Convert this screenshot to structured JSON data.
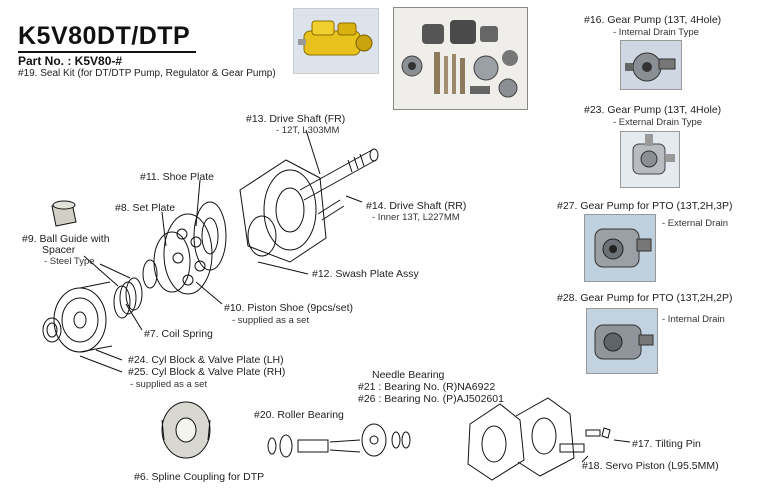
{
  "header": {
    "title": "K5V80DT/DTP",
    "part_no": "Part No. : K5V80-#",
    "seal_kit": "#19. Seal Kit (for DT/DTP Pump, Regulator & Gear Pump)"
  },
  "parts": {
    "p13": {
      "label": "#13. Drive Shaft (FR)",
      "sub": "- 12T, L303MM"
    },
    "p11": {
      "label": "#11. Shoe Plate"
    },
    "p14": {
      "label": "#14. Drive Shaft (RR)",
      "sub": "- Inner 13T, L227MM"
    },
    "p8": {
      "label": "#8. Set Plate"
    },
    "p9": {
      "label": "#9. Ball Guide with",
      "label2": "Spacer",
      "sub": "- Steel Type"
    },
    "p12": {
      "label": "#12. Swash Plate Assy"
    },
    "p10": {
      "label": "#10. Piston Shoe (9pcs/set)",
      "sub": "- supplied as a set"
    },
    "p7": {
      "label": "#7. Coil Spring"
    },
    "p24": {
      "label": "#24. Cyl Block & Valve Plate (LH)"
    },
    "p25": {
      "label": "#25. Cyl Block & Valve Plate (RH)",
      "sub": "- supplied as a set"
    },
    "needle": {
      "label": "Needle Bearing",
      "line1": "#21 : Bearing No. (R)NA6922",
      "line2": "#26 : Bearing No. (P)AJ502601"
    },
    "p20": {
      "label": "#20. Roller Bearing"
    },
    "p6": {
      "label": "#6. Spline Coupling for DTP"
    },
    "p17": {
      "label": "#17. Tilting Pin"
    },
    "p18": {
      "label": "#18. Servo Piston (L95.5MM)"
    }
  },
  "gear_pumps": {
    "p16": {
      "label": "#16. Gear Pump (13T, 4Hole)",
      "sub": "- Internal Drain Type"
    },
    "p23": {
      "label": "#23. Gear Pump (13T, 4Hole)",
      "sub": "- External Drain Type"
    },
    "p27": {
      "label": "#27. Gear Pump for PTO (13T,2H,3P)",
      "sub": "- External Drain"
    },
    "p28": {
      "label": "#28. Gear Pump for PTO (13T,2H,2P)",
      "sub": "- Internal Drain"
    }
  },
  "colors": {
    "pump_yellow": "#e8c21c",
    "metal": "#8a8f96",
    "line": "#111111"
  }
}
